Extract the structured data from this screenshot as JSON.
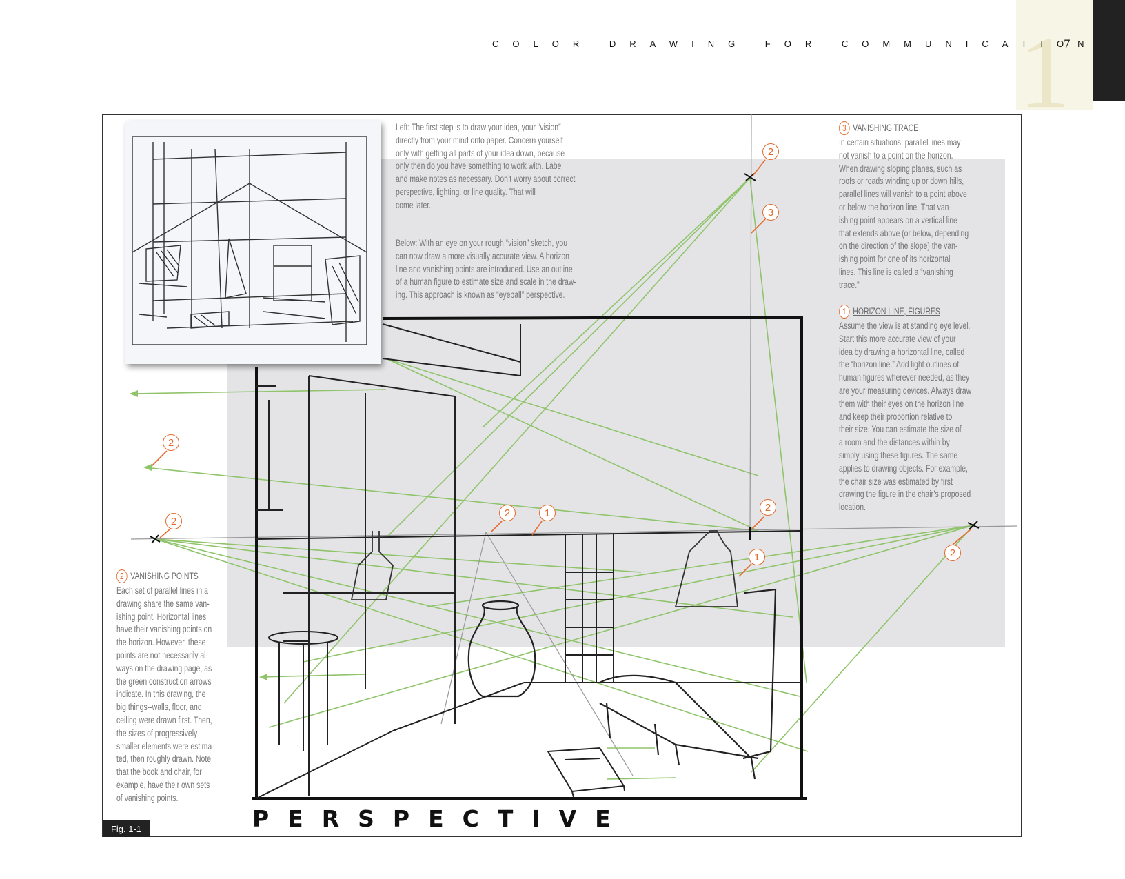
{
  "header": {
    "title": "COLOR DRAWING FOR COMMUNICATION",
    "chapter_digit": "1",
    "page_number": "7"
  },
  "figure": {
    "label": "Fig. 1-1",
    "title": "PERSPECTIVE"
  },
  "captions": {
    "left_intro": "Left: The first step is to draw your idea, your “vision”\ndirectly from your mind onto paper. Concern yourself\nonly with getting all parts of your idea down, because\nonly then do you have something to work with. Label\nand make notes as necessary. Don’t worry about correct\nperspective, lighting. or line quality. That will\ncome later.",
    "below_intro": "Below: With an eye on your rough “vision” sketch, you\ncan now draw a more visually accurate view. A horizon\nline and vanishing points are introduced. Use an outline\nof a human figure to estimate size and scale in the draw-\ning. This approach is known as “eyeball” perspective.",
    "vanishing_trace": {
      "number": "3",
      "heading": "VANISHING TRACE",
      "body": "In certain situations, parallel lines may\nnot vanish to a point on the horizon.\nWhen drawing sloping planes, such as\nroofs or roads winding up or down hills,\nparallel lines will vanish to a point above\nor below the horizon line. That van-\nishing point appears on a vertical line\nthat extends above (or below, depending\non the direction of the slope) the van-\nishing point for one of its horizontal\nlines. This line is called a “vanishing\ntrace.”"
    },
    "horizon_line": {
      "number": "1",
      "heading": "HORIZON LINE, FIGURES",
      "body": "Assume the view is at standing eye level.\nStart this more accurate view of your\nidea by drawing a horizontal line, called\nthe “horizon line.” Add light outlines of\nhuman figures wherever needed, as they\nare your measuring devices. Always draw\nthem with their eyes on the horizon line\nand keep their proportion relative to\ntheir size. You can estimate the size of\na room and the distances within by\nsimply using these figures. The same\napplies to drawing objects. For example,\nthe chair size was estimated by first\ndrawing the figure in the chair’s proposed\nlocation."
    },
    "vanishing_points": {
      "number": "2",
      "heading": "VANISHING POINTS",
      "body": "Each set of parallel lines in a\ndrawing share the same van-\nishing point. Horizontal lines\nhave their vanishing points on\nthe horizon. However, these\npoints are not necessarily al-\nways on the drawing page, as\nthe green construction arrows\nindicate. In this drawing, the\nbig things--walls, floor, and\nceiling were drawn first. Then,\nthe sizes of progressively\nsmaller elements were estima-\nted, then roughly drawn. Note\nthat the book and chair, for\nexample, have their own sets\nof vanishing points."
    }
  },
  "callouts": {
    "c1": "2",
    "c2": "3",
    "c3": "2",
    "c4": "2",
    "c5": "2",
    "c6": "1",
    "c7": "2",
    "c8": "1",
    "c9": "2"
  },
  "colors": {
    "accent_orange": "#e36a2c",
    "construction_green": "#8fc46a",
    "panel_gray": "#e4e4e6"
  }
}
